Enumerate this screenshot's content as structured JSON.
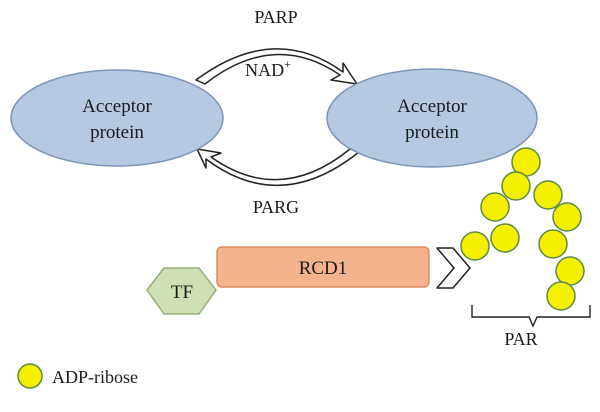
{
  "labels": {
    "left_protein": [
      "Acceptor",
      "protein"
    ],
    "right_protein": [
      "Acceptor",
      "protein"
    ],
    "top_enzyme": "PARP",
    "cofactor": "NAD",
    "cofactor_sup": "+",
    "bottom_enzyme": "PARG",
    "rcd1": "RCD1",
    "tf": "TF",
    "par": "PAR",
    "legend": "ADP-ribose"
  },
  "colors": {
    "ellipse_fill": "#b6c9e2",
    "ellipse_stroke": "#7c95b8",
    "rcd1_fill": "#f5b38d",
    "rcd1_stroke": "#d98e62",
    "tf_fill": "#cfe0b4",
    "tf_stroke": "#97ae78",
    "bead_fill": "#f5f000",
    "bead_stroke": "#5b8a47",
    "line": "#222222"
  },
  "icons": {
    "top_arrow": "curved-arrow-right-icon",
    "bottom_arrow": "curved-arrow-left-icon",
    "chevron": "chevron-right-icon",
    "bead": "adp-ribose-bead-icon"
  }
}
